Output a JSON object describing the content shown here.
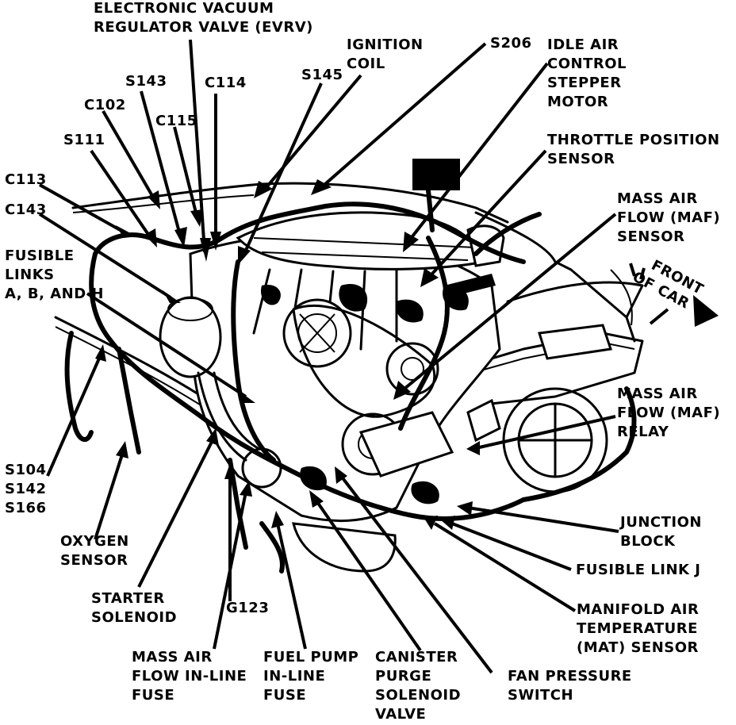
{
  "labels": {
    "evrv": [
      "ELECTRONIC VACUUM",
      "REGULATOR VALVE (EVRV)"
    ],
    "ignition_coil": [
      "IGNITION",
      "COIL"
    ],
    "s206": "S206",
    "iac": [
      "IDLE AIR",
      "CONTROL",
      "STEPPER",
      "MOTOR"
    ],
    "s143": "S143",
    "c114": "C114",
    "s145": "S145",
    "c102": "C102",
    "c115": "C115",
    "s111": "S111",
    "tps": [
      "THROTTLE POSITION",
      "SENSOR"
    ],
    "c113": "C113",
    "c143": "C143",
    "maf_sensor": [
      "MASS AIR",
      "FLOW (MAF)",
      "SENSOR"
    ],
    "fusible_links": [
      "FUSIBLE",
      "LINKS",
      "A, B, AND H"
    ],
    "front_of_car": [
      "FRONT",
      "OF CAR"
    ],
    "maf_relay": [
      "MASS AIR",
      "FLOW (MAF)",
      "RELAY"
    ],
    "splices": [
      "S104",
      "S142",
      "S166"
    ],
    "junction_block": [
      "JUNCTION",
      "BLOCK"
    ],
    "oxygen_sensor": [
      "OXYGEN",
      "SENSOR"
    ],
    "fusible_link_j": "FUSIBLE LINK J",
    "starter_solenoid": [
      "STARTER",
      "SOLENOID"
    ],
    "g123": "G123",
    "mat_sensor": [
      "MANIFOLD AIR",
      "TEMPERATURE",
      "(MAT) SENSOR"
    ],
    "maf_fuse": [
      "MASS AIR",
      "FLOW IN-LINE",
      "FUSE"
    ],
    "fuel_pump_fuse": [
      "FUEL PUMP",
      "IN-LINE",
      "FUSE"
    ],
    "canister_purge": [
      "CANISTER",
      "PURGE",
      "SOLENOID",
      "VALVE"
    ],
    "fan_pressure": [
      "FAN PRESSURE",
      "SWITCH"
    ]
  }
}
